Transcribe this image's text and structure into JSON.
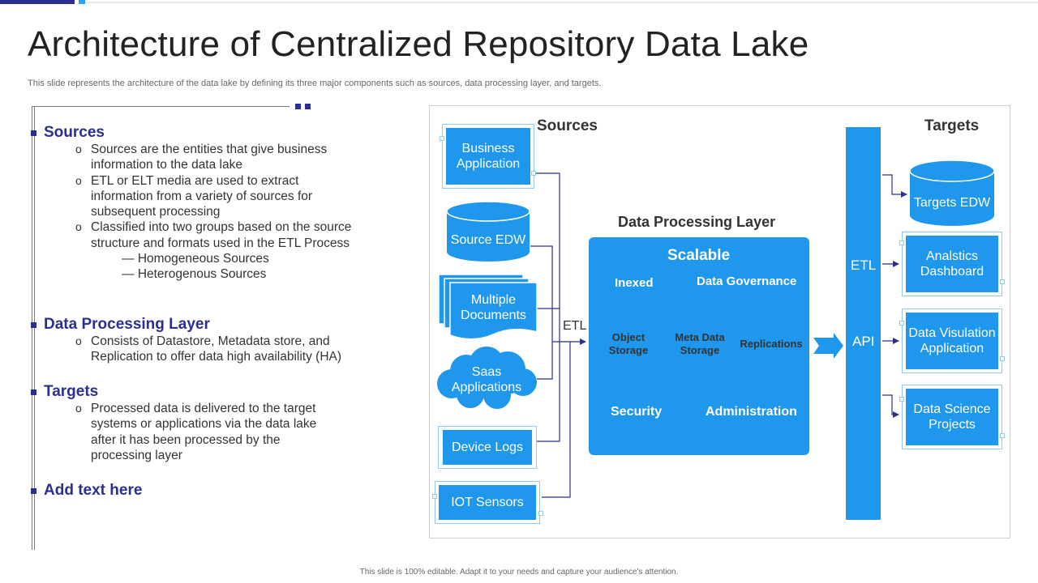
{
  "title": "Architecture of Centralized Repository Data Lake",
  "subtitle": "This slide represents the architecture of the data lake by defining its three major components such as sources, data processing layer, and targets.",
  "left_panel": {
    "sources": {
      "heading": "Sources",
      "items": [
        "Sources are the entities that give business information to the data lake",
        "ETL or ELT media are used to extract information from a variety of sources for subsequent processing",
        "Classified into two groups based on the source structure and formats used in the ETL Process"
      ],
      "subitems": [
        "Homogeneous Sources",
        "Heterogenous Sources"
      ]
    },
    "processing": {
      "heading": "Data Processing Layer",
      "items": [
        "Consists of Datastore, Metadata store, and Replication to offer data high availability (HA)"
      ]
    },
    "targets": {
      "heading": "Targets",
      "items": [
        "Processed data is delivered to the target systems or applications via the data lake after it has been processed by the processing layer"
      ]
    },
    "add_text": {
      "heading": "Add text here"
    }
  },
  "diagram": {
    "sources_label": "Sources",
    "targets_label": "Targets",
    "dpl_label": "Data Processing Layer",
    "etl_label": "ETL",
    "sources": {
      "business_app": "Business Application",
      "source_edw": "Source EDW",
      "multiple_docs": "Multiple Documents",
      "saas": "Saas Applications",
      "device_logs": "Device Logs",
      "iot": "IOT Sensors"
    },
    "dpl": {
      "scalable": "Scalable",
      "inexed": "Inexed",
      "governance": "Data Governance",
      "security": "Security",
      "administration": "Administration",
      "cylinders": [
        "Object Storage",
        "Meta Data Storage",
        "Replications"
      ]
    },
    "bar": {
      "etl": "ETL",
      "api": "API"
    },
    "targets": {
      "targets_edw": "Targets EDW",
      "analytics": "Analstics Dashboard",
      "visualization": "Data Visulation Application",
      "data_science": "Data Science Projects"
    }
  },
  "footer": "This slide is 100% editable. Adapt it to your needs and capture your audience's attention.",
  "colors": {
    "accent_dark": "#2b2f8f",
    "accent_blue": "#1f97ec",
    "cylinder_fill": "#8ec7f0"
  }
}
